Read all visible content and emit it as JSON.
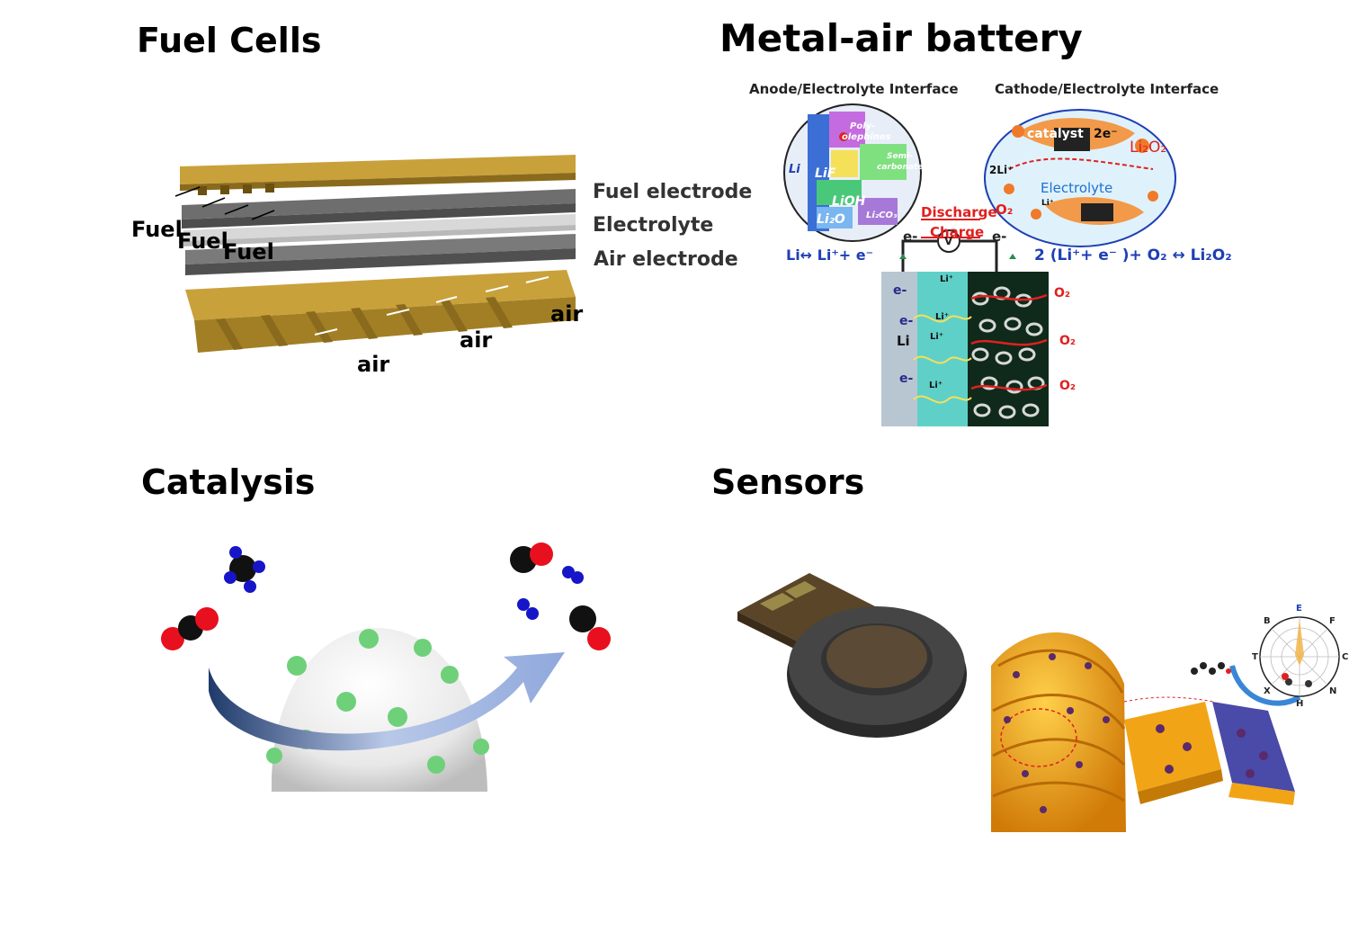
{
  "panels": {
    "fuel_cells": {
      "title": "Fuel Cells",
      "layers": [
        "Fuel electrode",
        "Electrolyte",
        "Air electrode"
      ],
      "fuel_labels": [
        "Fuel",
        "Fuel",
        "Fuel"
      ],
      "air_labels": [
        "air",
        "air",
        "air"
      ]
    },
    "metal_air": {
      "title": "Metal-air battery",
      "anode_heading": "Anode/Electrolyte Interface",
      "cathode_heading": "Cathode/Electrolyte Interface",
      "anode_species": [
        "Poly-",
        "olephines",
        "Semi-",
        "carbonates",
        "Li",
        "LiF",
        "LiOH",
        "Li₂O",
        "Li₂CO₃"
      ],
      "cathode_species": [
        "catalyst",
        "2e⁻",
        "Li₂O₂",
        "2Li⁺",
        "Electrolyte",
        "O₂",
        "Li⁺"
      ],
      "discharge_label": "Discharge",
      "charge_label": "Charge",
      "voltmeter_label": "V",
      "anode_electron": "e-",
      "cathode_electron": "e-",
      "anode_reaction": "Li↔ Li⁺+ e⁻",
      "cathode_reaction": "2 (Li⁺+ e⁻ )+ O₂ ↔ Li₂O₂",
      "cell_electrons": [
        "e-",
        "e-",
        "e-"
      ],
      "cell_li": "Li",
      "cell_li_ions": [
        "Li⁺",
        "Li⁺",
        "Li⁺",
        "Li⁺"
      ],
      "cell_o2": [
        "O₂",
        "O₂",
        "O₂"
      ]
    },
    "catalysis": {
      "title": "Catalysis"
    },
    "sensors": {
      "title": "Sensors",
      "compass_labels": [
        "E",
        "B",
        "F",
        "T",
        "C",
        "X",
        "N",
        "H"
      ]
    }
  },
  "colors": {
    "gold": "#c9a13b",
    "gold_dark": "#8a6a1c",
    "electrode_gray": "#6e6e6e",
    "electrolyte_light": "#d4d4d4",
    "blue_text": "#1f3fb5",
    "red_text": "#e02020",
    "catalyst_green": "#6fd07a",
    "nano_orange": "#f2a417",
    "nano_purple": "#4a4aa8"
  }
}
